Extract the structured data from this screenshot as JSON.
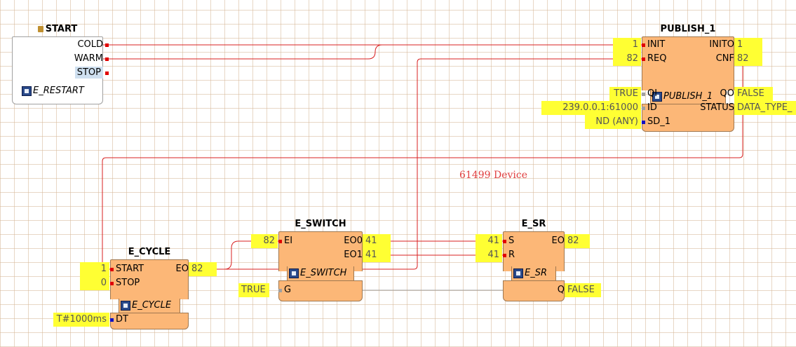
{
  "resource_label": "61499 Device",
  "colors": {
    "event_wire": "#d82020",
    "data_wire": "#a0a0a0",
    "block_fill": "#fcb777",
    "value_highlight": "#ffff33"
  },
  "blocks": {
    "start": {
      "name": "START",
      "type": "E_RESTART",
      "outputs": [
        "COLD",
        "WARM",
        "STOP"
      ]
    },
    "publish": {
      "name": "PUBLISH_1",
      "type": "PUBLISH_1",
      "event_inputs": [
        "INIT",
        "REQ"
      ],
      "event_outputs": [
        "INITO",
        "CNF"
      ],
      "data_inputs": [
        "QI",
        "ID",
        "SD_1"
      ],
      "data_outputs": [
        "QO",
        "STATUS"
      ],
      "values": {
        "INIT": "1",
        "REQ": "82",
        "INITO": "1",
        "CNF": "82",
        "QI": "TRUE",
        "ID": "239.0.0.1:61000",
        "SD_1": "ND (ANY)",
        "QO": "FALSE",
        "STATUS": "DATA_TYPE_"
      }
    },
    "cycle": {
      "name": "E_CYCLE",
      "type": "E_CYCLE",
      "event_inputs": [
        "START",
        "STOP"
      ],
      "event_outputs": [
        "EO"
      ],
      "data_inputs": [
        "DT"
      ],
      "values": {
        "START": "1",
        "STOP": "0",
        "EO": "82",
        "DT": "T#1000ms"
      }
    },
    "switch": {
      "name": "E_SWITCH",
      "type": "E_SWITCH",
      "event_inputs": [
        "EI"
      ],
      "event_outputs": [
        "EO0",
        "EO1"
      ],
      "data_inputs": [
        "G"
      ],
      "values": {
        "EI": "82",
        "EO0": "41",
        "EO1": "41",
        "G": "TRUE"
      }
    },
    "sr": {
      "name": "E_SR",
      "type": "E_SR",
      "event_inputs": [
        "S",
        "R"
      ],
      "event_outputs": [
        "EO"
      ],
      "data_outputs": [
        "Q"
      ],
      "values": {
        "S": "41",
        "R": "41",
        "EO": "82",
        "Q": "FALSE"
      }
    }
  }
}
